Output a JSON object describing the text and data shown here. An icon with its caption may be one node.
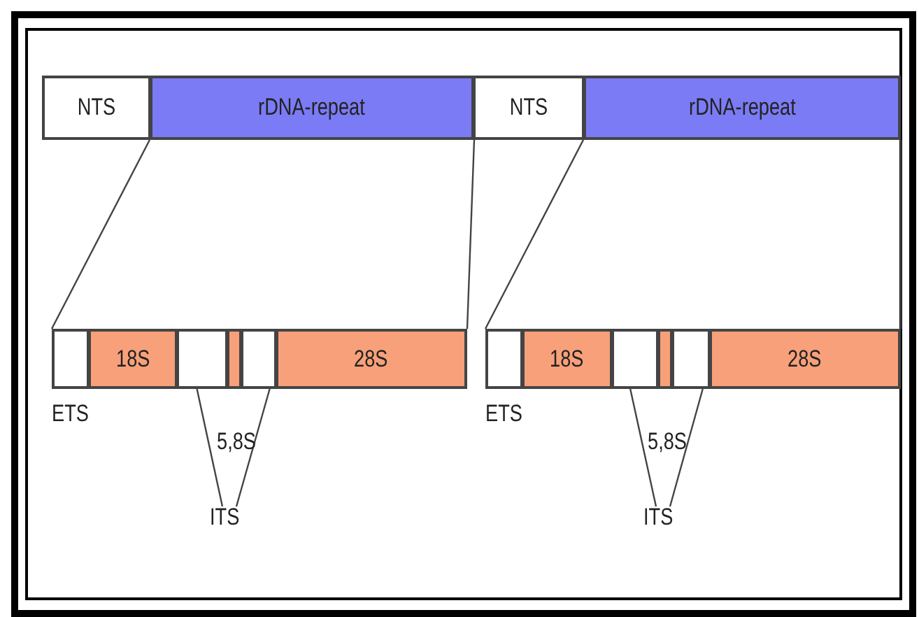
{
  "diagram": {
    "nodes": [
      {
        "text": [
          "NTS"
        ]
      },
      {
        "text": [
          "rDNA-repeat"
        ]
      },
      {
        "text": [
          "NTS"
        ]
      },
      {
        "text": [
          "rDNA-repeat"
        ]
      },
      {
        "text": [],
        "shape": "box",
        "beside": [
          "ETS"
        ]
      },
      {
        "text": [
          "18S"
        ]
      },
      {
        "text": [],
        "shape": "box"
      },
      {
        "text": [],
        "shape": "box",
        "beside": [
          "5,8S"
        ]
      },
      {
        "text": [],
        "shape": "box"
      },
      {
        "text": [
          "28S"
        ]
      },
      {
        "text": [
          "ITS"
        ]
      },
      {
        "text": [],
        "shape": "box",
        "beside": [
          "ETS"
        ]
      },
      {
        "text": [
          "18S"
        ]
      },
      {
        "text": [],
        "shape": "box"
      },
      {
        "text": [],
        "shape": "box",
        "beside": [
          "5,8S"
        ]
      },
      {
        "text": [],
        "shape": "box"
      },
      {
        "text": [
          "28S"
        ]
      },
      {
        "text": [
          "ITS"
        ]
      }
    ],
    "edges": [
      {
        "from": 1,
        "to": 4,
        "arrow": "none"
      },
      {
        "from": 1,
        "to": 9,
        "arrow": "none"
      },
      {
        "from": 10,
        "to": 6,
        "arrow": "none"
      },
      {
        "from": 10,
        "to": 8,
        "arrow": "none"
      },
      {
        "from": 3,
        "to": 11,
        "arrow": "none"
      },
      {
        "from": 3,
        "to": 16,
        "arrow": "none"
      },
      {
        "from": 17,
        "to": 13,
        "arrow": "none"
      },
      {
        "from": 17,
        "to": 15,
        "arrow": "none"
      }
    ]
  }
}
